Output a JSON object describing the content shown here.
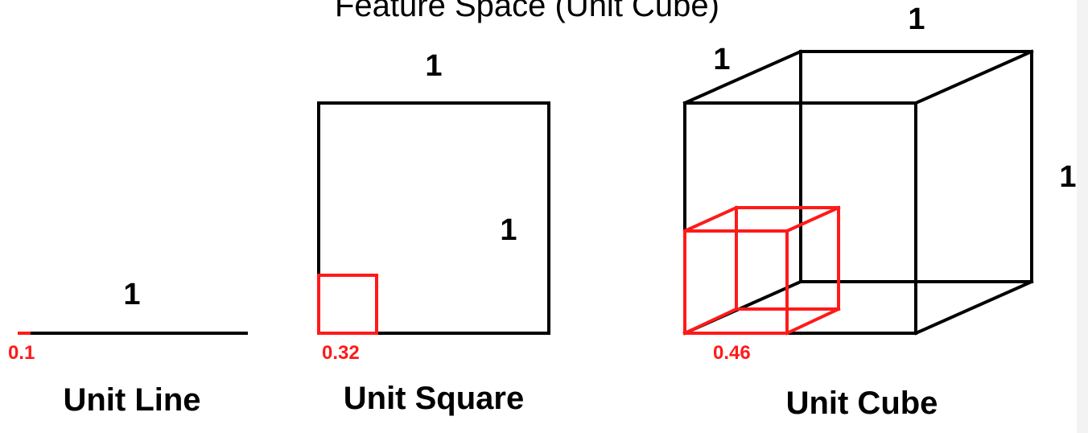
{
  "header": {
    "title_partial": "Feature Space (Unit Cube)"
  },
  "colors": {
    "black": "#000000",
    "red": "#ff1a1a"
  },
  "unit_line": {
    "caption": "Unit Line",
    "side_label": "1",
    "sub_label": "0.1"
  },
  "unit_square": {
    "caption": "Unit Square",
    "top_label": "1",
    "side_label": "1",
    "sub_label": "0.32"
  },
  "unit_cube": {
    "caption": "Unit Cube",
    "depth_label": "1",
    "top_label": "1",
    "side_label": "1",
    "sub_label": "0.46"
  }
}
